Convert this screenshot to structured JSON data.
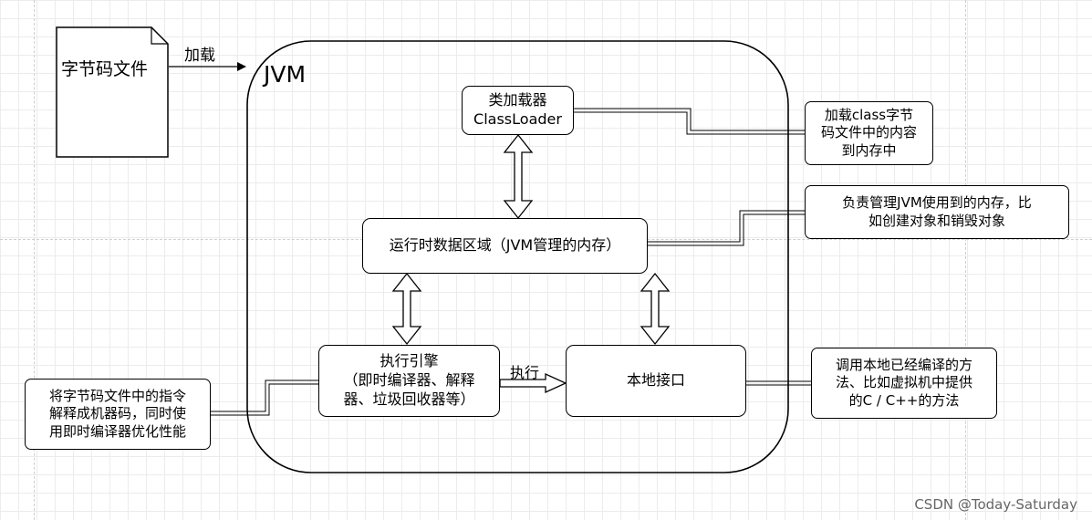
{
  "bytecode_file": "字节码文件",
  "load_label": "加载",
  "jvm_title": "JVM",
  "classloader": {
    "line1": "类加载器",
    "line2": "ClassLoader"
  },
  "runtime_area": "运行时数据区域（JVM管理的内存）",
  "exec_engine": {
    "line1": "执行引擎",
    "line2": "（即时编译器、解释",
    "line3": "器、垃圾回收器等）"
  },
  "execute_label": "执行",
  "native_interface": "本地接口",
  "notes": {
    "classloader": [
      "加载class字节",
      "码文件中的内容",
      "到内存中"
    ],
    "runtime": [
      "负责管理JVM使用到的内存，比",
      "如创建对象和销毁对象"
    ],
    "engine": [
      "将字节码文件中的指令",
      "解释成机器码，同时使",
      "用即时编译器优化性能"
    ],
    "native": [
      "调用本地已经编译的方",
      "法、比如虚拟机中提供",
      "的C / C++的方法"
    ]
  },
  "watermark": "CSDN @Today-Saturday"
}
